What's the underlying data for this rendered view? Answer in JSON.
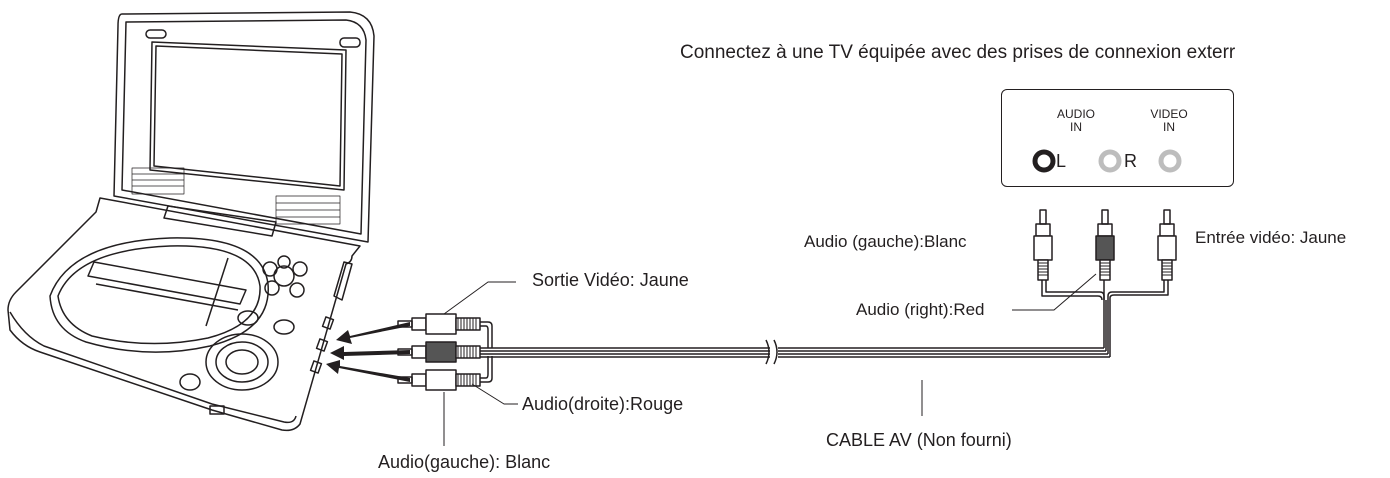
{
  "heading": "Connectez à une TV équipée avec des prises de connexion exterr",
  "tv_panel": {
    "audio_in": [
      "AUDIO",
      "IN"
    ],
    "video_in": [
      "VIDEO",
      "IN"
    ],
    "left_channel": "L",
    "right_channel": "R"
  },
  "tv_side_labels": {
    "audio_left": "Audio (gauche):Blanc",
    "audio_right": "Audio (right):Red",
    "video": "Entrée vidéo: Jaune"
  },
  "player_side_labels": {
    "video_out": "Sortie Vidéo: Jaune",
    "audio_right": "Audio(droite):Rouge",
    "audio_left": "Audio(gauche): Blanc"
  },
  "cable_label": "CABLE AV (Non fourni)",
  "colors": {
    "ink": "#231f20",
    "red_plug": "#555555",
    "white_plug": "#ffffff",
    "jack_grey": "#bdbdbd"
  }
}
